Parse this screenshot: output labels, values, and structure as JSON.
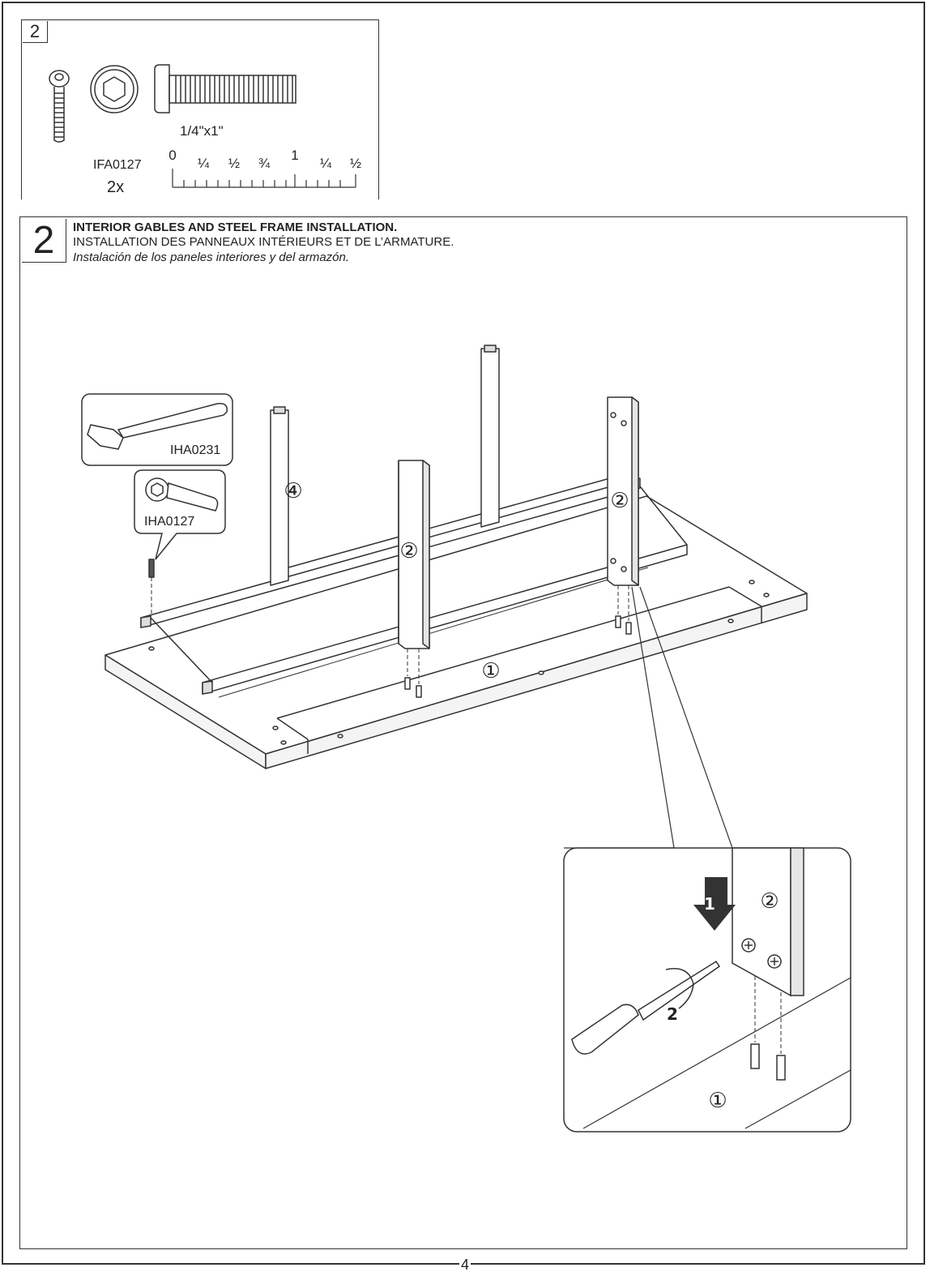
{
  "hardware": {
    "step_label": "2",
    "size_label": "1/4\"x1\"",
    "part_code": "IFA0127",
    "quantity": "2x",
    "ruler_labels": [
      "0",
      "¼",
      "½",
      "¾",
      "1",
      "¼",
      "½"
    ]
  },
  "instruction": {
    "step_number": "2",
    "title_en": "INTERIOR GABLES AND STEEL FRAME INSTALLATION.",
    "title_fr": "INSTALLATION DES PANNEAUX INTÉRIEURS ET DE L’ARMATURE.",
    "title_es": "Instalación de los paneles interiores y del armazón."
  },
  "diagram": {
    "tool_code": "IHA0231",
    "bolt_code": "IHA0127",
    "part_labels": {
      "frame": "④",
      "gable_left": "②",
      "gable_right": "②",
      "base_panel": "①",
      "detail_gable": "②",
      "detail_base": "①"
    },
    "detail_steps": {
      "push": "1",
      "turn": "2"
    }
  },
  "page": {
    "number": "4"
  }
}
